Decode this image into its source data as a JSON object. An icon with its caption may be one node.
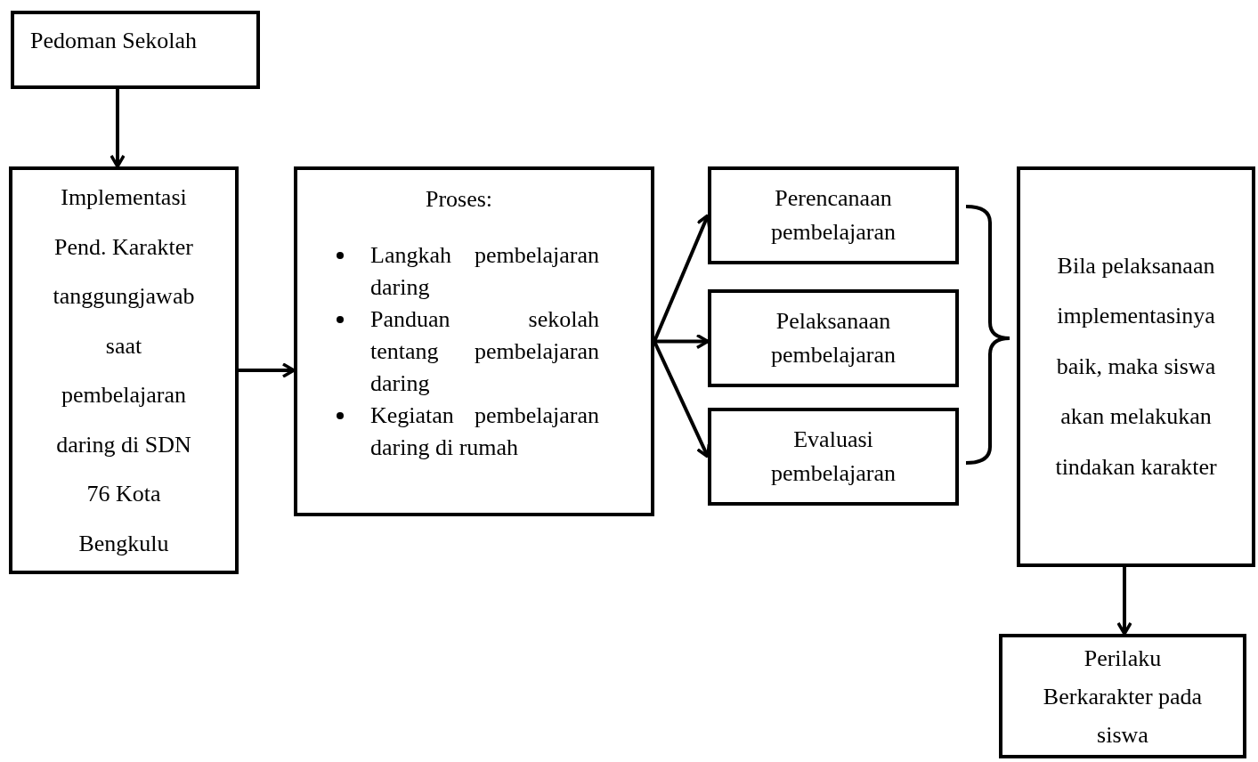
{
  "diagram": {
    "nodes": [
      {
        "text": [
          "Pedoman Sekolah"
        ]
      },
      {
        "text": [
          "Implementasi Pend. Karakter tanggungjawab saat pembelajaran daring di SDN 76 Kota Bengkulu"
        ]
      },
      {
        "text": [
          "Proses:",
          "Langkah pembelajaran daring",
          "Panduan sekolah tentang pembelajaran daring",
          "Kegiatan pembelajaran daring di rumah"
        ]
      },
      {
        "text": [
          "Perencanaan pembelajaran"
        ]
      },
      {
        "text": [
          "Pelaksanaan pembelajaran"
        ]
      },
      {
        "text": [
          "Evaluasi pembelajaran"
        ]
      },
      {
        "text": [
          "Bila pelaksanaan implementasinya baik, maka siswa akan melakukan tindakan karakter"
        ]
      },
      {
        "text": [
          "Perilaku Berkarakter pada siswa"
        ]
      }
    ],
    "edges": [
      {
        "from": 0,
        "to": 1,
        "arrow": "to"
      },
      {
        "from": 1,
        "to": 2,
        "arrow": "to"
      },
      {
        "from": 2,
        "to": 3,
        "arrow": "to"
      },
      {
        "from": 2,
        "to": 4,
        "arrow": "to"
      },
      {
        "from": 2,
        "to": 5,
        "arrow": "to"
      },
      {
        "from": 6,
        "to": 7,
        "arrow": "to"
      }
    ]
  }
}
